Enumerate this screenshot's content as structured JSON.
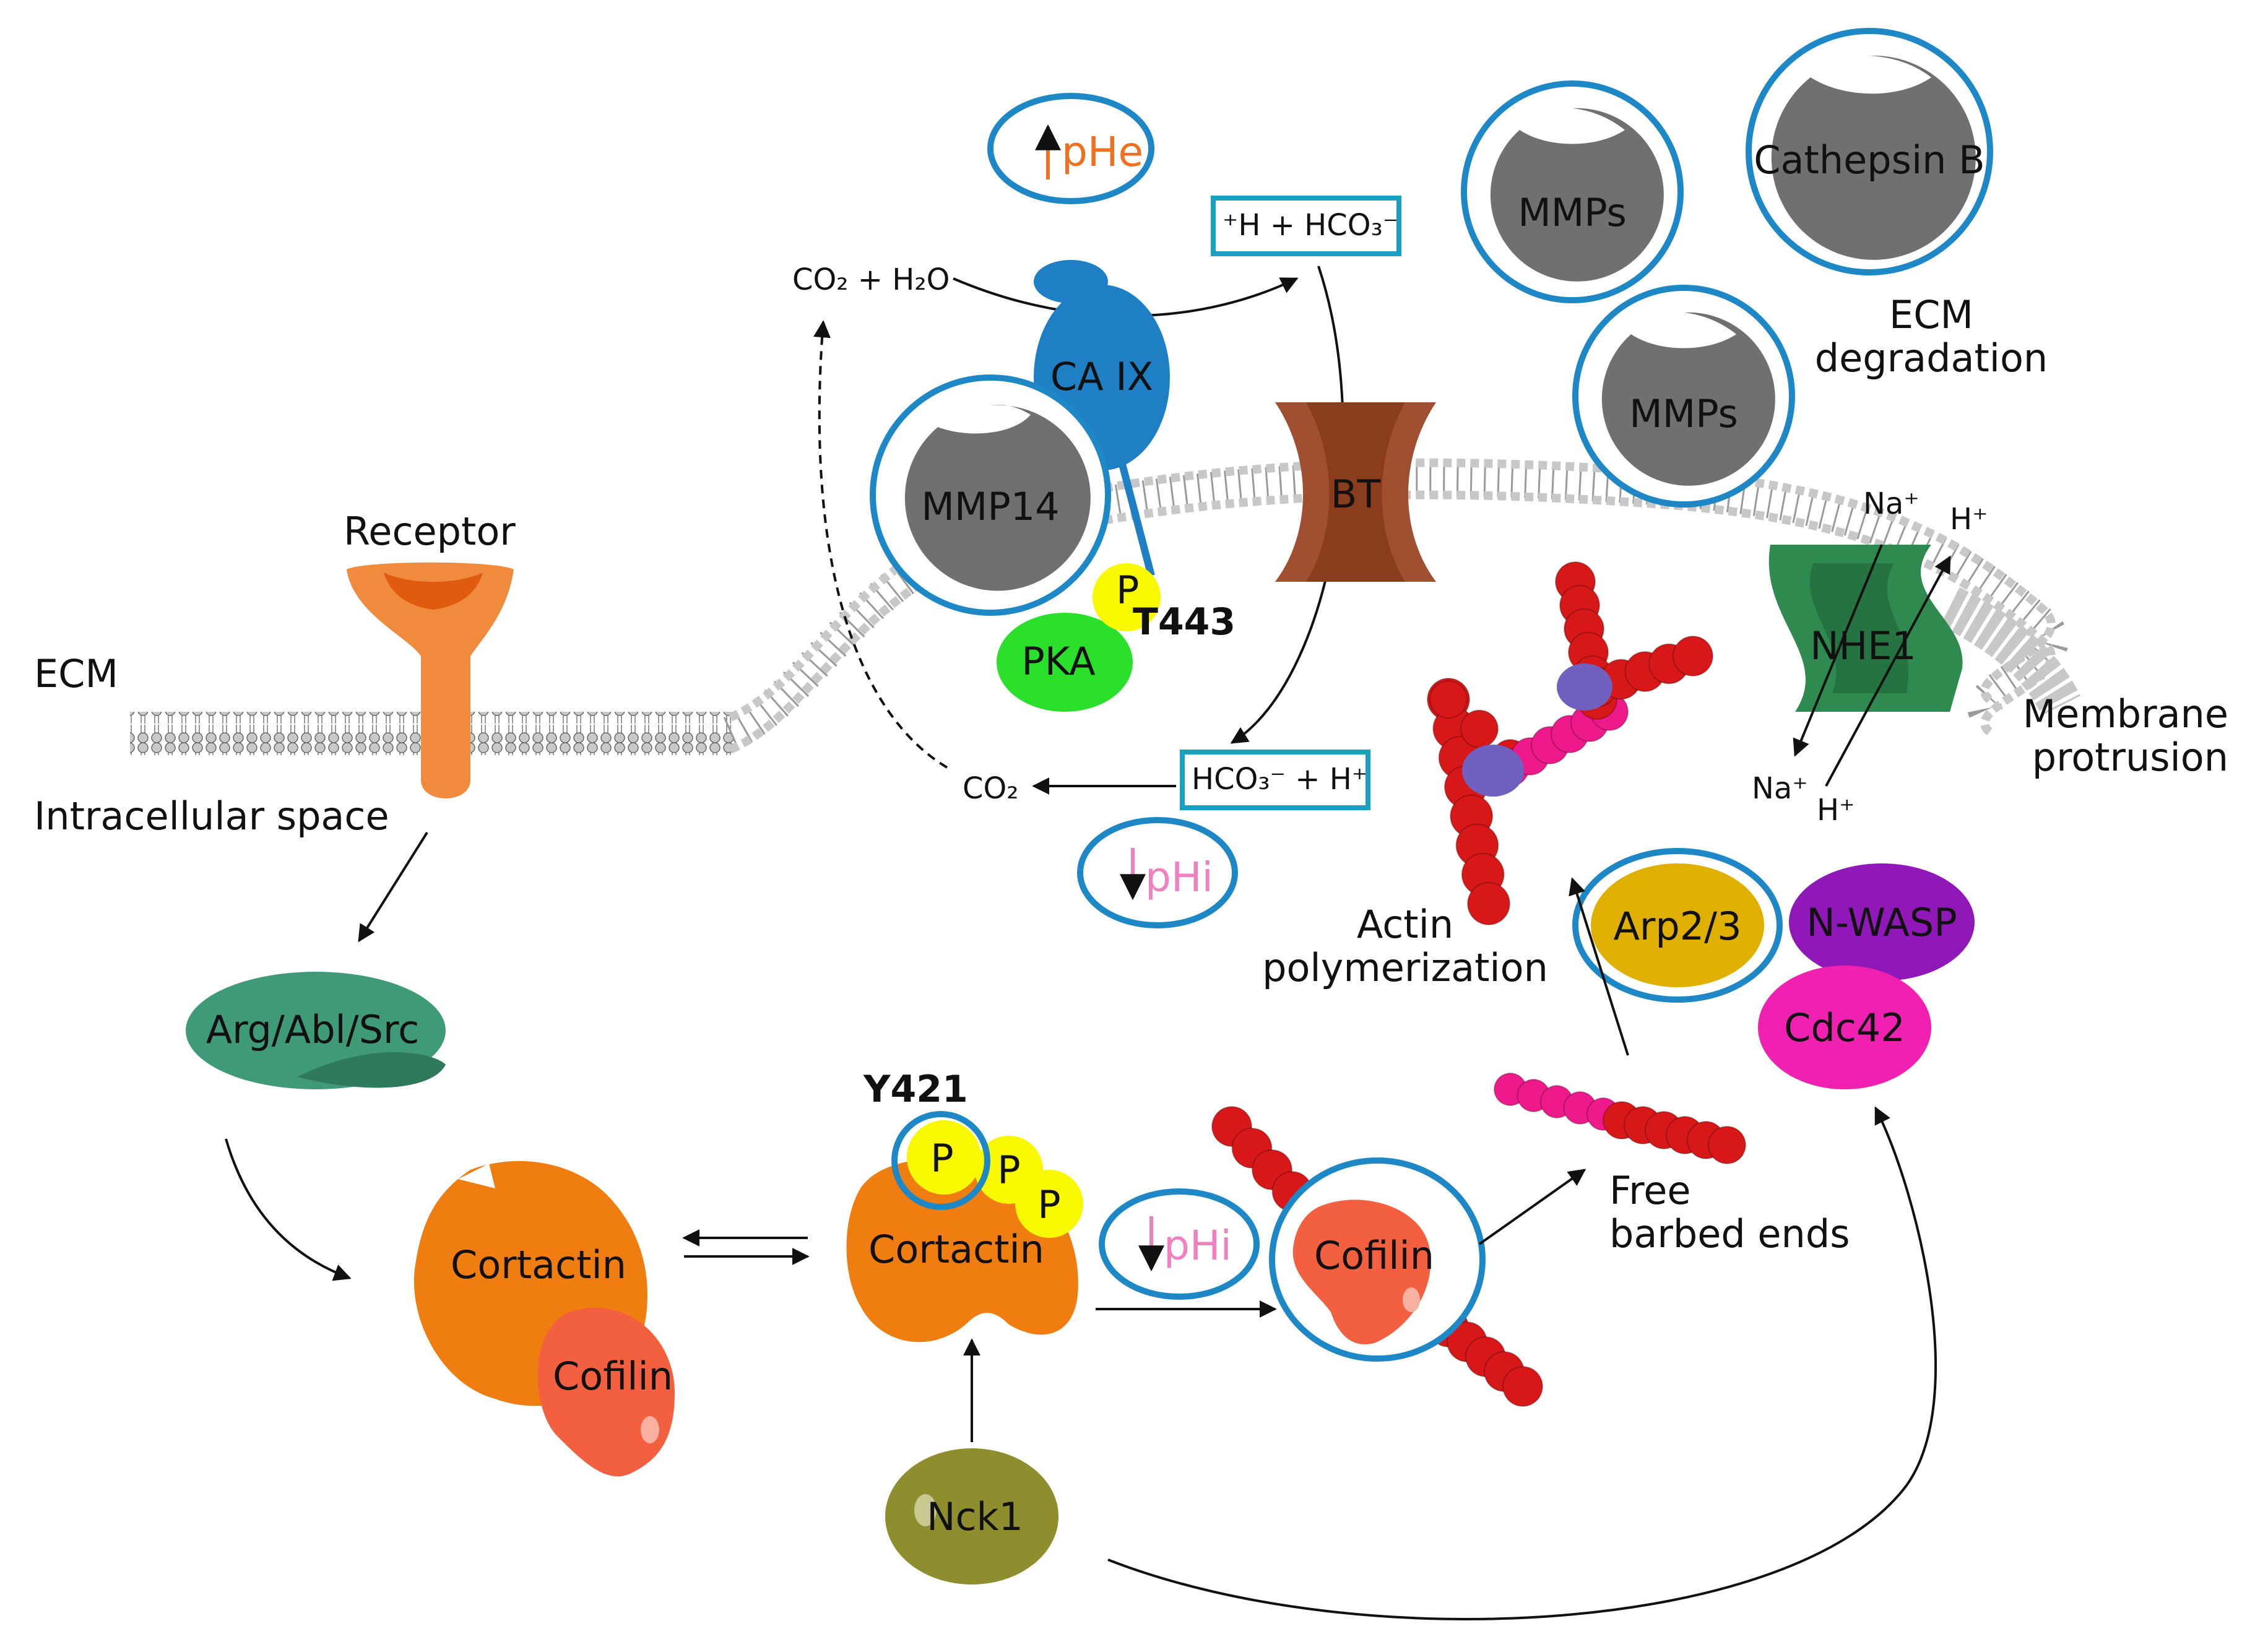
{
  "labels": {
    "ecm": "ECM",
    "intracellular": "Intracellular space",
    "receptor": "Receptor",
    "membrane_protrusion_1": "Membrane",
    "membrane_protrusion_2": "protrusion",
    "ecm_degradation_1": "ECM",
    "ecm_degradation_2": "degradation",
    "actin_poly_1": "Actin",
    "actin_poly_2": "polymerization",
    "free_barbed_1": "Free",
    "free_barbed_2": "barbed ends",
    "t443": "T443",
    "y421": "Y421",
    "co2_h2o": "CO₂ + H₂O",
    "co2": "CO₂",
    "h_hco3_top": "⁺H + HCO₃⁻",
    "hco3_h_bottom": "HCO₃⁻ + H⁺",
    "na_top": "Na⁺",
    "h_top": "H⁺",
    "na_bottom": "Na⁺",
    "h_bottom": "H⁺",
    "phe": "pHe",
    "phi_top": "pHi",
    "phi_bottom": "pHi"
  },
  "proteins": {
    "mmp14": "MMP14",
    "ca9": "CA IX",
    "pka": "PKA",
    "p_pka": "P",
    "bt": "BT",
    "nhe1": "NHE1",
    "mmps_1": "MMPs",
    "mmps_2": "MMPs",
    "cathepsin": "Cathepsin B",
    "arg_abl_src": "Arg/Abl/Src",
    "cortactin_left": "Cortactin",
    "cofilin_left": "Cofilin",
    "cortactin_right": "Cortactin",
    "p1": "P",
    "p2": "P",
    "p3": "P",
    "cofilin_mid": "Cofilin",
    "nck1": "Nck1",
    "arp23": "Arp2/3",
    "nwasp": "N-WASP",
    "cdc42": "Cdc42"
  },
  "colors": {
    "highlight_ring": "#1e88c7",
    "phe_text": "#f07020",
    "phi_text": "#f080c0",
    "receptor": "#f08a3c",
    "ca9": "#1f7fc4",
    "mmp": "#707070",
    "pka": "#2be02b",
    "phospho": "#f8f800",
    "bt": "#a05030",
    "nhe1": "#2f8a50",
    "arg_abl_src": "#3f9a78",
    "cortactin": "#f07d10",
    "cofilin": "#f26040",
    "nck1": "#8e8e2e",
    "arp23": "#e0b000",
    "nwasp": "#9018b8",
    "cdc42": "#f020b0",
    "actin": "#d81818",
    "actin_pink": "#ee1a8c",
    "arp_node": "#7060c0"
  }
}
